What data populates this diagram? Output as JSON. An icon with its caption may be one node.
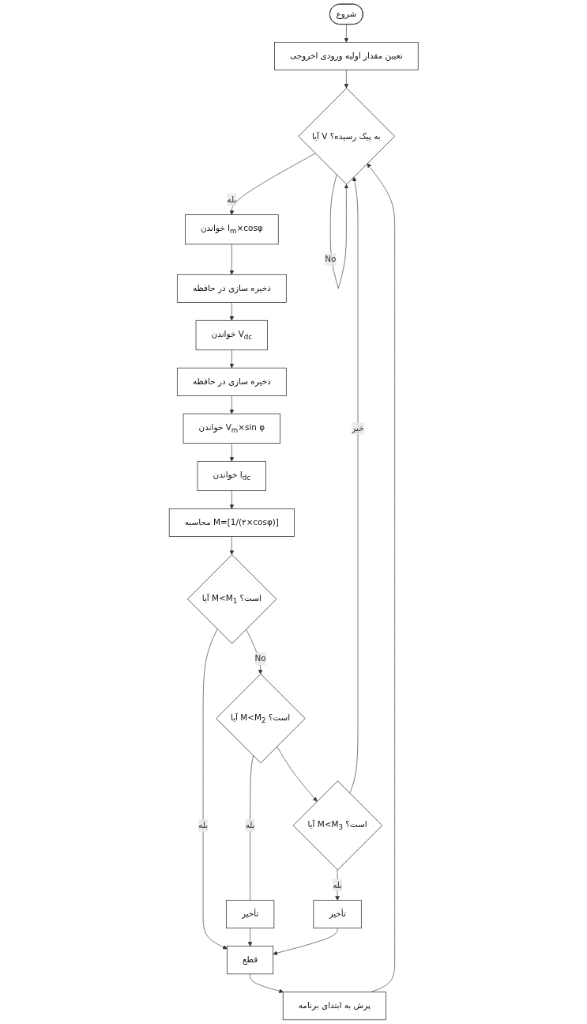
{
  "diagram": {
    "nodes": [
      {
        "text": [
          "شروع"
        ]
      },
      {
        "text": [
          "تعیین مقدار اولیه ورودی اخروجی"
        ]
      },
      {
        "text": [
          "آیا V به پیک رسیده؟"
        ]
      },
      {
        "text": [
          "خواندن I$_{m}$×cosφ"
        ]
      },
      {
        "text": [
          "ذخیره سازی در حافظه"
        ]
      },
      {
        "text": [
          "خواندن V$_{dc}$"
        ]
      },
      {
        "text": [
          "ذخیره سازی در حافظه"
        ]
      },
      {
        "text": [
          "خواندن V$_{m}$×sin φ"
        ]
      },
      {
        "text": [
          "خواندن I$_{dc}$"
        ]
      },
      {
        "text": [
          "محاسبه M=[1/(۲×cosφ)]"
        ]
      },
      {
        "text": [
          "آیا M<M$_{1}$ است؟"
        ]
      },
      {
        "text": [
          "آیا M<M$_{2}$ است؟"
        ]
      },
      {
        "text": [
          "تأخیر"
        ]
      },
      {
        "text": [
          "آیا M<M$_{3}$ است؟"
        ]
      },
      {
        "text": [
          "تأخیر"
        ]
      },
      {
        "text": [
          "قطع"
        ]
      },
      {
        "text": [
          "پرش به ابتدای برنامه"
        ]
      }
    ],
    "edges": [
      {
        "from": 0,
        "to": 1,
        "arrow": "to"
      },
      {
        "from": 1,
        "to": 2,
        "arrow": "to"
      },
      {
        "from": 2,
        "to": 2,
        "label": "No",
        "arrow": "to"
      },
      {
        "from": 2,
        "to": 3,
        "label": "بله",
        "arrow": "to"
      },
      {
        "from": 3,
        "to": 4,
        "arrow": "to"
      },
      {
        "from": 4,
        "to": 5,
        "arrow": "to"
      },
      {
        "from": 5,
        "to": 6,
        "arrow": "to"
      },
      {
        "from": 6,
        "to": 7,
        "arrow": "to"
      },
      {
        "from": 7,
        "to": 8,
        "arrow": "to"
      },
      {
        "from": 8,
        "to": 9,
        "arrow": "to"
      },
      {
        "from": 9,
        "to": 10,
        "arrow": "to"
      },
      {
        "from": 10,
        "to": 15,
        "label": "بله",
        "arrow": "to"
      },
      {
        "from": 10,
        "to": 11,
        "label": "No",
        "arrow": "to"
      },
      {
        "from": 11,
        "to": 12,
        "label": "بله",
        "arrow": "none"
      },
      {
        "from": 12,
        "to": 15,
        "arrow": "to"
      },
      {
        "from": 11,
        "to": 13,
        "arrow": "to"
      },
      {
        "from": 13,
        "to": 2,
        "label": "خیر",
        "arrow": "to"
      },
      {
        "from": 13,
        "to": 14,
        "label": "بله",
        "arrow": "to"
      },
      {
        "from": 14,
        "to": 15,
        "arrow": "to"
      },
      {
        "from": 15,
        "to": 16,
        "arrow": "to"
      },
      {
        "from": 16,
        "to": 2,
        "arrow": "to"
      }
    ]
  }
}
